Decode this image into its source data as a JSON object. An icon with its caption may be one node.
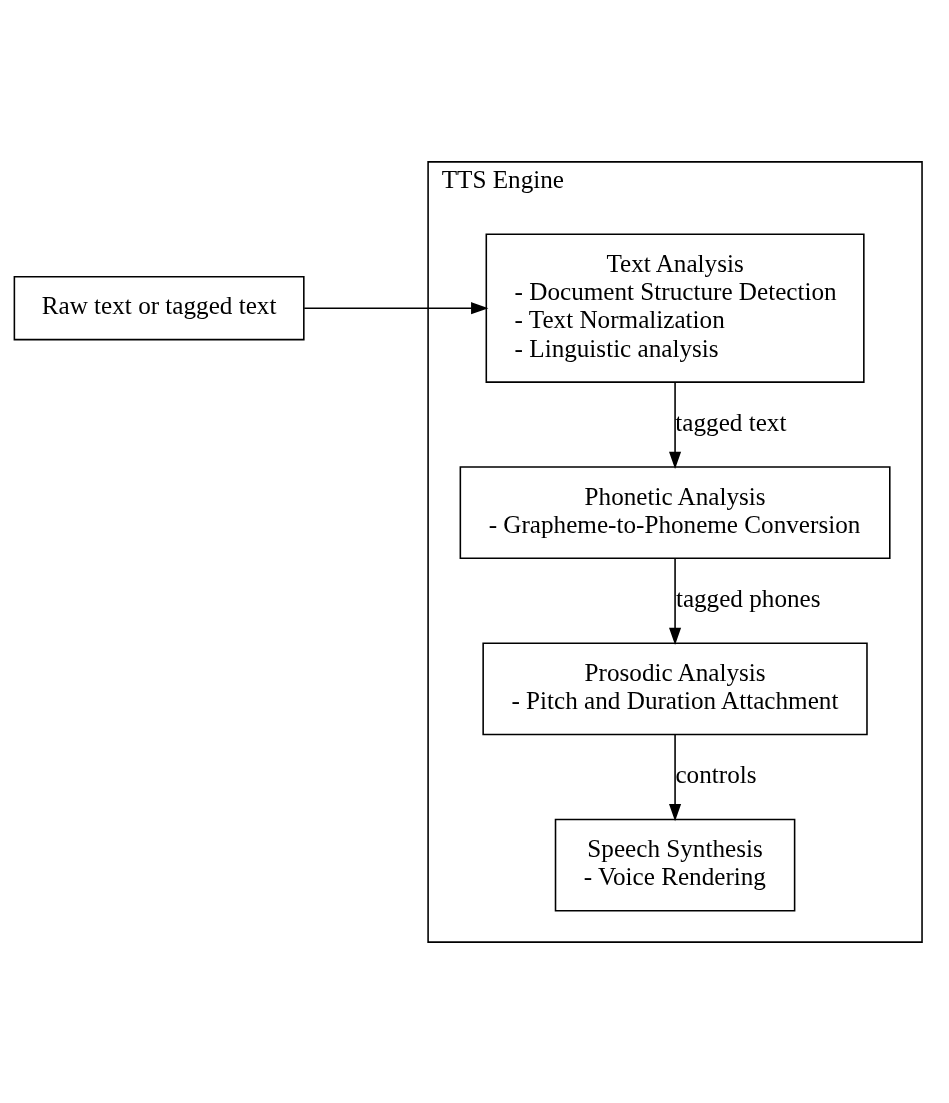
{
  "diagram": {
    "nodes": [
      {
        "text": [
          "Raw text or tagged text"
        ]
      },
      {
        "text": [
          "TTS Engine"
        ]
      },
      {
        "text": [
          "Text Analysis",
          "- Document Structure Detection",
          "- Text Normalization",
          "- Linguistic analysis"
        ],
        "in": 1
      },
      {
        "text": [
          "Phonetic Analysis",
          "- Grapheme-to-Phoneme Conversion"
        ],
        "in": 1
      },
      {
        "text": [
          "Prosodic Analysis",
          "- Pitch and Duration Attachment"
        ],
        "in": 1
      },
      {
        "text": [
          "Speech Synthesis",
          "- Voice Rendering"
        ],
        "in": 1
      }
    ],
    "edges": [
      {
        "from": 0,
        "to": 2,
        "arrow": "to"
      },
      {
        "from": 2,
        "to": 3,
        "arrow": "to",
        "label": "tagged text"
      },
      {
        "from": 3,
        "to": 4,
        "arrow": "to",
        "label": "tagged phones"
      },
      {
        "from": 4,
        "to": 5,
        "arrow": "to",
        "label": "controls"
      }
    ]
  }
}
